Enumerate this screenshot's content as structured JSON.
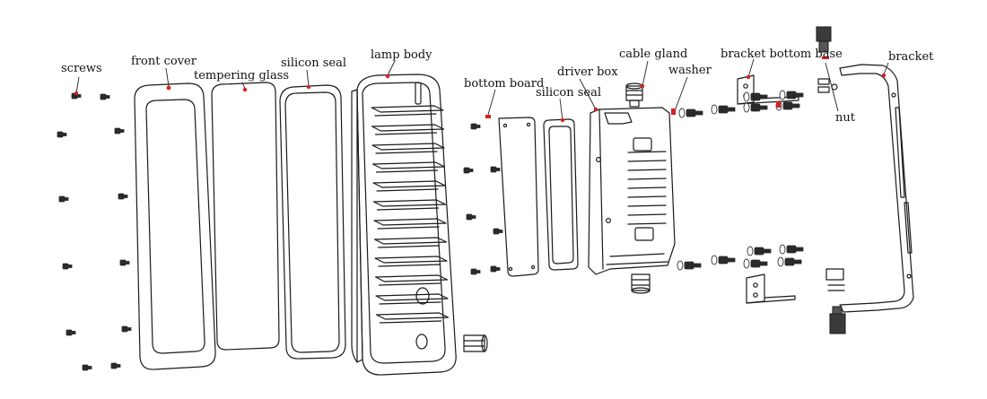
{
  "labels": {
    "screws": "screws",
    "front_cover": "front cover",
    "tempering_glass": "tempering glass",
    "silicon_seal_1": "silicon seal",
    "lamp_body": "lamp body",
    "bottom_board": "bottom board",
    "driver_box": "driver box",
    "silicon_seal_2": "silicon seal",
    "cable_gland": "cable gland",
    "washer": "washer",
    "bracket_bottom_base": "bracket bottom base",
    "bracket": "bracket",
    "nut": "nut"
  },
  "colors": {
    "line": "#1a1a1a",
    "leader": "#222222",
    "marker": "#d22222",
    "fill": "#ffffff",
    "screw": "#2a2a2a"
  }
}
